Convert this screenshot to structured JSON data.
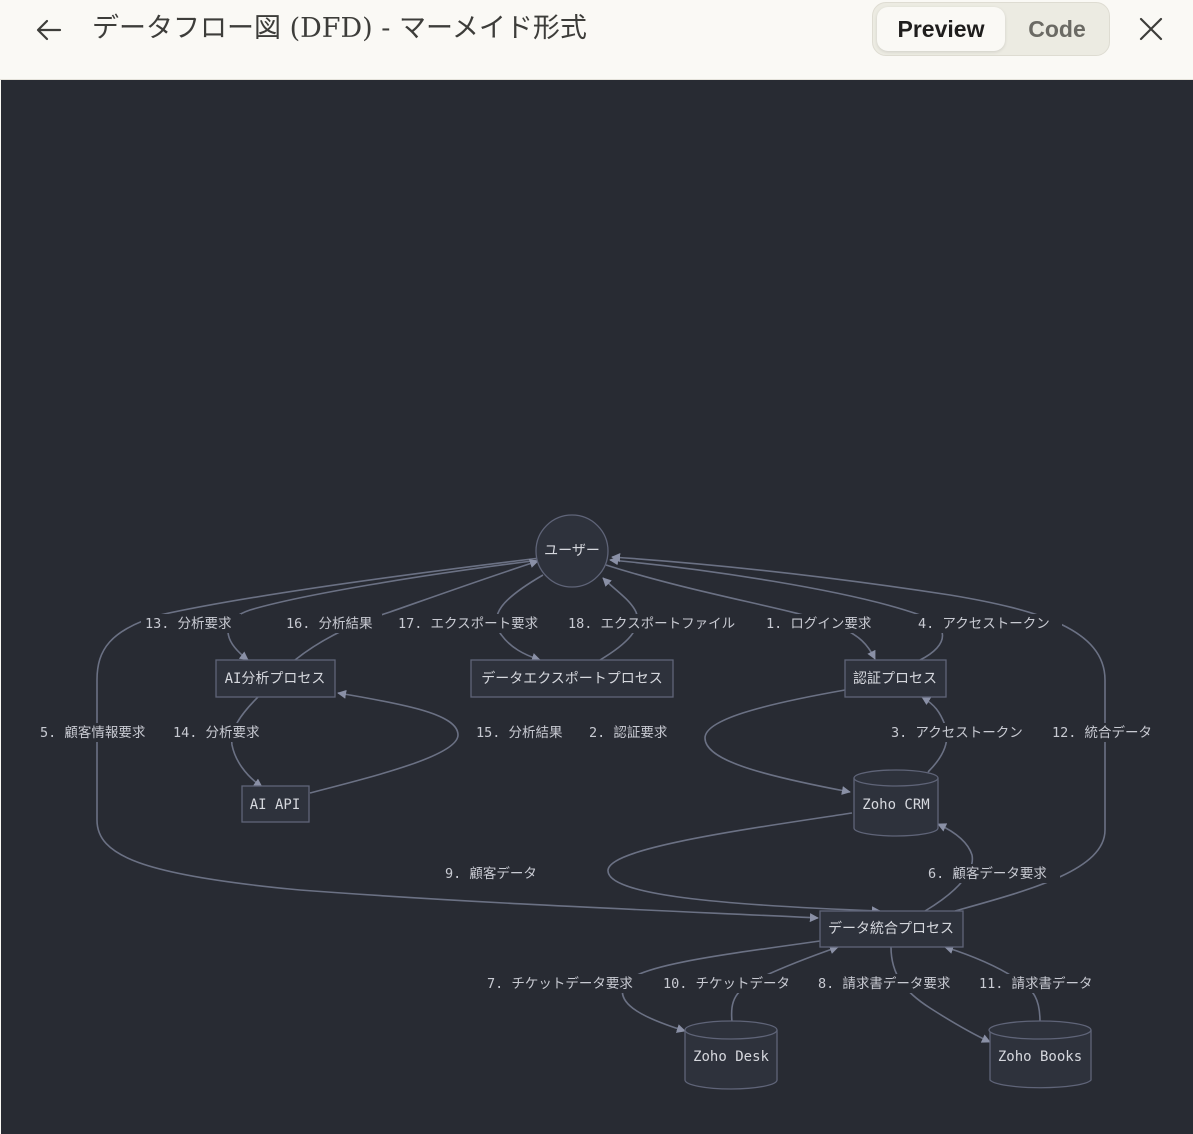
{
  "header": {
    "title": "データフロー図 (DFD) - マーメイド形式",
    "preview_label": "Preview",
    "code_label": "Code"
  },
  "icons": {
    "back": "arrow-left-icon",
    "close": "close-icon"
  },
  "colors": {
    "diagram_background": "#282b33",
    "edge": "#6b7184",
    "node_fill": "#2e323c",
    "node_stroke": "#5f6478"
  },
  "diagram": {
    "nodes": {
      "user": "ユーザー",
      "ai_process": "AI分析プロセス",
      "export_process": "データエクスポートプロセス",
      "auth_process": "認証プロセス",
      "ai_api": "AI API",
      "zoho_crm": "Zoho CRM",
      "integration_process": "データ統合プロセス",
      "zoho_desk": "Zoho Desk",
      "zoho_books": "Zoho Books"
    },
    "edges": {
      "e1": "1. ログイン要求",
      "e2": "2. 認証要求",
      "e3": "3. アクセストークン",
      "e4": "4. アクセストークン",
      "e5": "5. 顧客情報要求",
      "e6": "6. 顧客データ要求",
      "e7": "7. チケットデータ要求",
      "e8": "8. 請求書データ要求",
      "e9": "9. 顧客データ",
      "e10": "10. チケットデータ",
      "e11": "11. 請求書データ",
      "e12": "12. 統合データ",
      "e13": "13. 分析要求",
      "e14": "14. 分析要求",
      "e15": "15. 分析結果",
      "e16": "16. 分析結果",
      "e17": "17. エクスポート要求",
      "e18": "18. エクスポートファイル"
    }
  }
}
